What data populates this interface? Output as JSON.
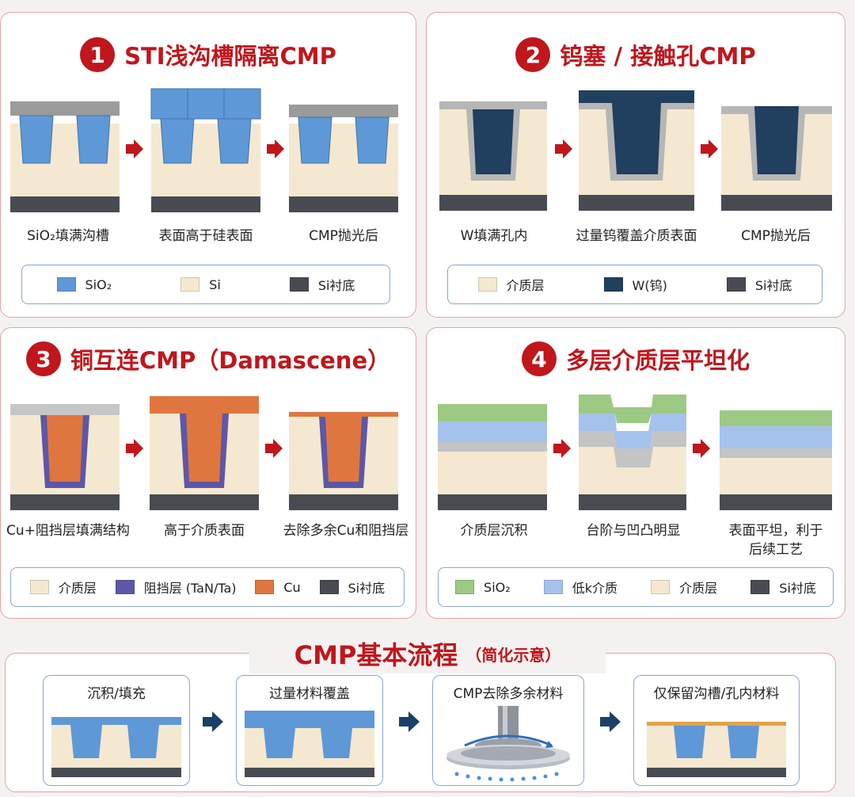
{
  "colors": {
    "sio2": "#5f98d6",
    "si": "#f5e8d0",
    "substrate": "#484b52",
    "dielectric": "#f5e8d0",
    "tungsten": "#213f5e",
    "barrier": "#5d57a6",
    "copper": "#e0763f",
    "lowk": "#a5c2ec",
    "sio2_green": "#9cc983",
    "title_red": "#c0161c",
    "arrow_red": "#c0161c",
    "arrow_blue": "#1c3f66"
  },
  "panel1": {
    "number": "1",
    "title": "STI浅沟槽隔离CMP",
    "captions": [
      "SiO₂填满沟槽",
      "表面高于硅表面",
      "CMP抛光后"
    ],
    "legend": [
      {
        "label": "SiO₂",
        "color": "#5f98d6"
      },
      {
        "label": "Si",
        "color": "#f5e8d0"
      },
      {
        "label": "Si衬底",
        "color": "#484b52"
      }
    ]
  },
  "panel2": {
    "number": "2",
    "title": "钨塞 / 接触孔CMP",
    "captions": [
      "W填满孔内",
      "过量钨覆盖介质表面",
      "CMP抛光后"
    ],
    "legend": [
      {
        "label": "介质层",
        "color": "#f5e8d0"
      },
      {
        "label": "W(钨)",
        "color": "#213f5e"
      },
      {
        "label": "Si衬底",
        "color": "#484b52"
      }
    ]
  },
  "panel3": {
    "number": "3",
    "title": "铜互连CMP（Damascene）",
    "captions": [
      "Cu+阻挡层填满结构",
      "高于介质表面",
      "去除多余Cu和阻挡层"
    ],
    "legend": [
      {
        "label": "介质层",
        "color": "#f5e8d0"
      },
      {
        "label": "阻挡层 (TaN/Ta)",
        "color": "#5d57a6"
      },
      {
        "label": "Cu",
        "color": "#e0763f"
      },
      {
        "label": "Si衬底",
        "color": "#484b52"
      }
    ]
  },
  "panel4": {
    "number": "4",
    "title": "多层介质层平坦化",
    "captions": [
      "介质层沉积",
      "台阶与凹凸明显",
      "表面平坦，利于",
      "后续工艺"
    ],
    "legend": [
      {
        "label": "SiO₂",
        "color": "#9cc983"
      },
      {
        "label": "低k介质",
        "color": "#a5c2ec"
      },
      {
        "label": "介质层",
        "color": "#f5e8d0"
      },
      {
        "label": "Si衬底",
        "color": "#484b52"
      }
    ]
  },
  "bottom": {
    "title": "CMP基本流程",
    "subtitle": "（简化示意）",
    "steps": [
      "沉积/填充",
      "过量材料覆盖",
      "CMP去除多余材料",
      "仅保留沟槽/孔内材料"
    ]
  }
}
